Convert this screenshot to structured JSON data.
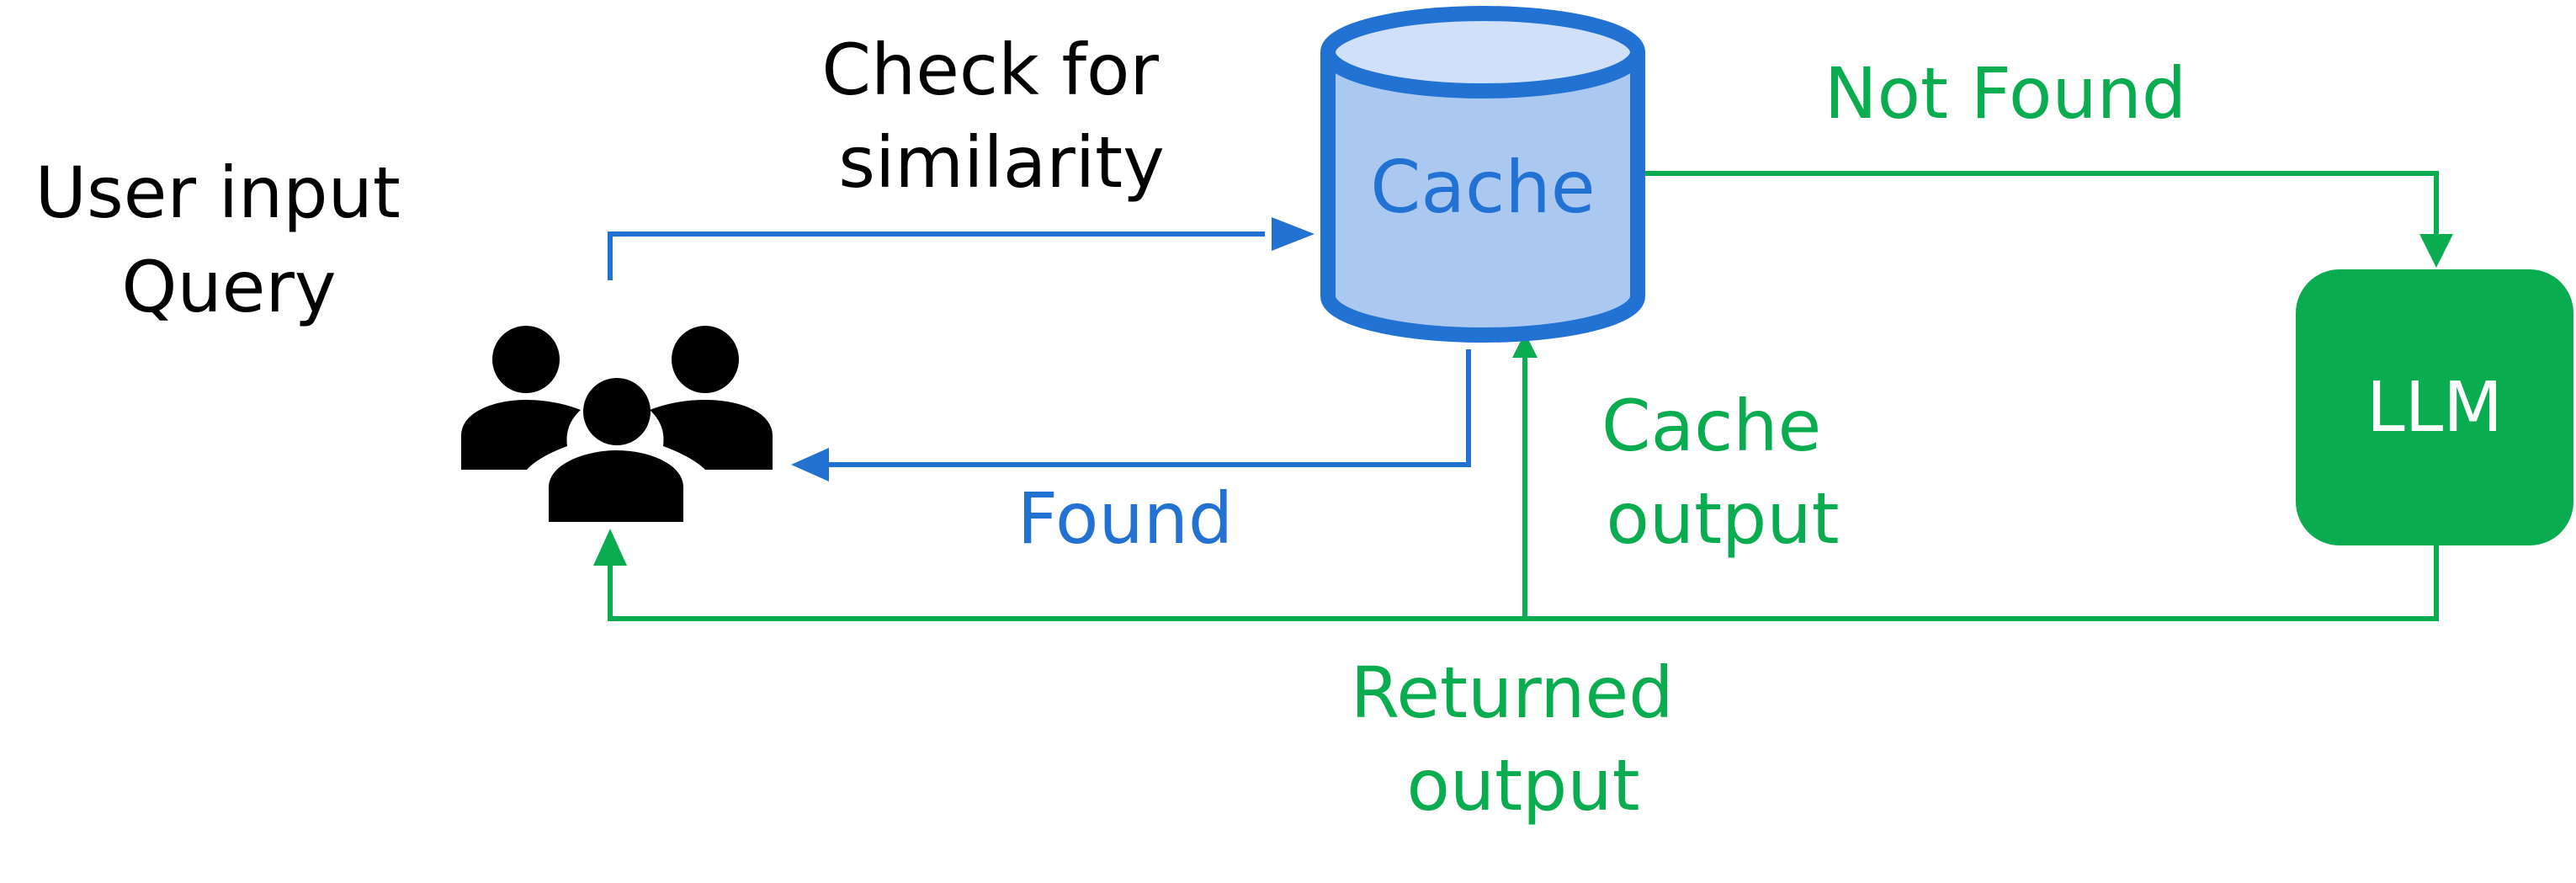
{
  "labels": {
    "user_line1": "User input",
    "user_line2": "Query",
    "check_line1": "Check for",
    "check_line2": "similarity",
    "cache": "Cache",
    "not_found": "Not Found",
    "llm": "LLM",
    "cache_out_line1": "Cache",
    "cache_out_line2": "output",
    "found": "Found",
    "returned_line1": "Returned",
    "returned_line2": "output"
  },
  "icons": {
    "users": "users-group-icon",
    "cache": "database-cylinder-icon",
    "llm": "llm-box-icon"
  },
  "colors": {
    "blue": "#2272D3",
    "cache_fill": "#ABC9F0",
    "cache_top": "#CFE0F8",
    "green": "#09AC4F",
    "black": "#000000",
    "white": "#FFFFFF"
  }
}
